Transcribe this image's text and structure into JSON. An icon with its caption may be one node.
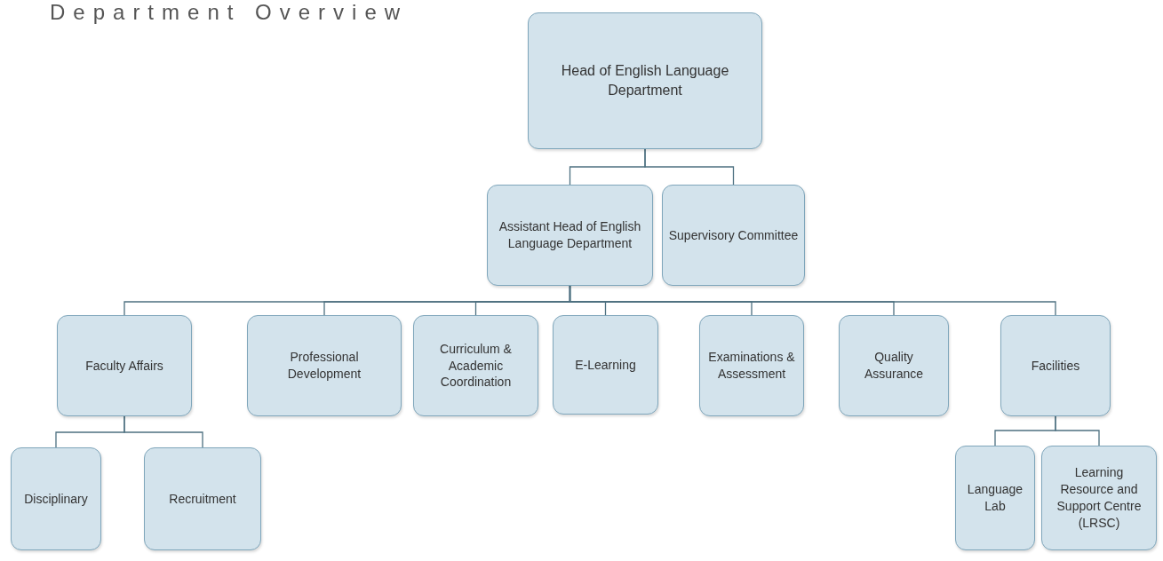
{
  "diagram": {
    "title": "Department Overview",
    "nodes": [
      {
        "text": [
          "Head of English Language Department"
        ]
      },
      {
        "text": [
          "Assistant Head of English Language Department"
        ]
      },
      {
        "text": [
          "Supervisory Committee"
        ]
      },
      {
        "text": [
          "Faculty Affairs"
        ]
      },
      {
        "text": [
          "Professional Development"
        ]
      },
      {
        "text": [
          "Curriculum & Academic Coordination"
        ]
      },
      {
        "text": [
          "E-Learning"
        ]
      },
      {
        "text": [
          "Examinations & Assessment"
        ]
      },
      {
        "text": [
          "Quality Assurance"
        ]
      },
      {
        "text": [
          "Facilities"
        ]
      },
      {
        "text": [
          "Disciplinary"
        ]
      },
      {
        "text": [
          "Recruitment"
        ]
      },
      {
        "text": [
          "Language Lab"
        ]
      },
      {
        "text": [
          "Learning Resource and Support Centre (LRSC)"
        ]
      }
    ],
    "edges": [
      {
        "from": 0,
        "to": 1,
        "arrow": "none"
      },
      {
        "from": 0,
        "to": 2,
        "arrow": "none"
      },
      {
        "from": 1,
        "to": 3,
        "arrow": "none"
      },
      {
        "from": 1,
        "to": 4,
        "arrow": "none"
      },
      {
        "from": 1,
        "to": 5,
        "arrow": "none"
      },
      {
        "from": 1,
        "to": 6,
        "arrow": "none"
      },
      {
        "from": 1,
        "to": 7,
        "arrow": "none"
      },
      {
        "from": 1,
        "to": 8,
        "arrow": "none"
      },
      {
        "from": 1,
        "to": 9,
        "arrow": "none"
      },
      {
        "from": 3,
        "to": 10,
        "arrow": "none"
      },
      {
        "from": 3,
        "to": 11,
        "arrow": "none"
      },
      {
        "from": 9,
        "to": 12,
        "arrow": "none"
      },
      {
        "from": 9,
        "to": 13,
        "arrow": "none"
      }
    ]
  }
}
